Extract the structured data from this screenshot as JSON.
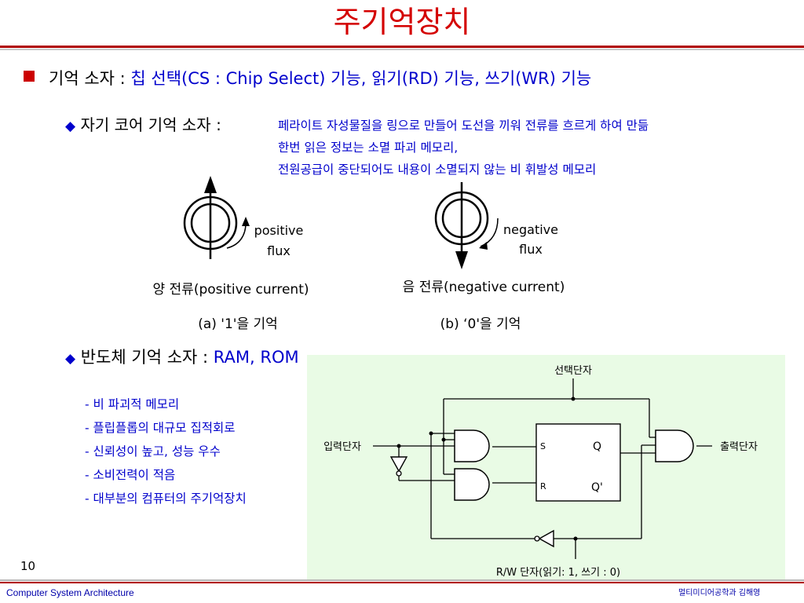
{
  "slide": {
    "title": "주기억장치",
    "page_number": "10",
    "course": "Computer System Architecture",
    "department": "멀티미디어공학과 김해영"
  },
  "bullet1": {
    "label": "기억 소자 : ",
    "detail": "칩 선택(CS : Chip Select) 기능,  읽기(RD) 기능,  쓰기(WR) 기능"
  },
  "bullet2": {
    "label": "자기 코어 기억 소자 : ",
    "notes": [
      "페라이트 자성물질을 링으로 만들어 도선을 끼워 전류를 흐르게 하여  만듦",
      "한번 읽은 정보는 소멸 파괴 메모리,",
      "전원공급이 중단되어도 내용이 소멸되지 않는 비 휘발성 메모리"
    ]
  },
  "core_diagram": {
    "left": {
      "flux_line1": "positive",
      "flux_line2": "flux",
      "current_label": "양 전류(positive current)",
      "caption": "(a) '1'을 기억"
    },
    "right": {
      "flux_line1": "negative",
      "flux_line2": "flux",
      "current_label": "음 전류(negative current)",
      "caption": "(b) ‘0'을 기억"
    }
  },
  "bullet3": {
    "label": "반도체 기억 소자 : ",
    "detail": "RAM, ROM",
    "items": [
      "- 비 파괴적 메모리",
      "- 플립플롭의 대규모 집적회로",
      "- 신뢰성이 높고, 성능 우수",
      "- 소비전력이 적음",
      "- 대부분의 컴퓨터의 주기억장치"
    ]
  },
  "circuit": {
    "select_label": "선택단자",
    "input_label": "입력단자",
    "output_label": "출력단자",
    "s_label": "S",
    "r_label": "R",
    "q_label": "Q",
    "qbar_label": "Q'",
    "rw_label": "R/W 단자(읽기: 1, 쓰기 : 0)"
  }
}
